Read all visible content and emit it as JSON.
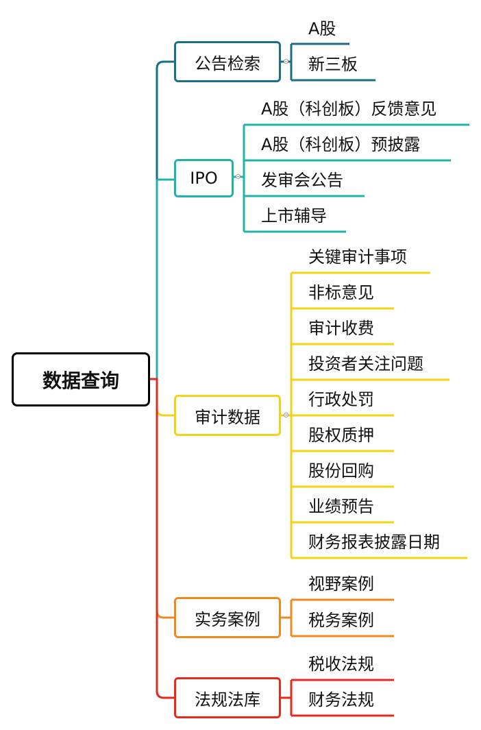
{
  "root": {
    "label": "数据查询"
  },
  "branches": [
    {
      "label": "公告检索",
      "color": "#1a6e87",
      "leaves": [
        "A股",
        "新三板"
      ]
    },
    {
      "label": "IPO",
      "color": "#20b3a8",
      "leaves": [
        "A股（科创板）反馈意见",
        "A股（科创板）预披露",
        "发审会公告",
        "上市辅导"
      ]
    },
    {
      "label": "审计数据",
      "color": "#f2d318",
      "leaves": [
        "关键审计事项",
        "非标意见",
        "审计收费",
        "投资者关注问题",
        "行政处罚",
        "股权质押",
        "股份回购",
        "业绩预告",
        "财务报表披露日期"
      ]
    },
    {
      "label": "实务案例",
      "color": "#ee8a1c",
      "leaves": [
        "视野案例",
        "税务案例"
      ]
    },
    {
      "label": "法规法库",
      "color": "#e52a1c",
      "leaves": [
        "税收法规",
        "财务法规"
      ]
    }
  ]
}
